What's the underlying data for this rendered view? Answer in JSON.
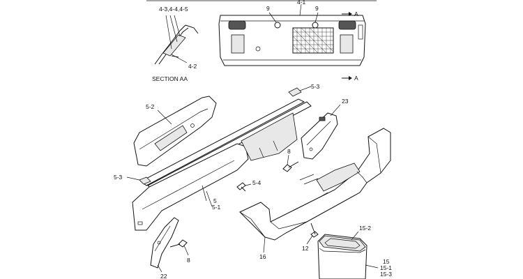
{
  "figure": {
    "section_title": "SECTION AA",
    "section_arrow_letter_top": "A",
    "section_arrow_letter_bottom": "A"
  },
  "labels": {
    "l_4_3": "4-3,4-4,4-5",
    "l_4_2": "4-2",
    "l_4_1": "4-1",
    "l_9_left": "9",
    "l_9_right": "9",
    "l_5_3_top": "5-3",
    "l_5_2": "5-2",
    "l_23": "23",
    "l_8_mid": "8",
    "l_5_3_left": "5-3",
    "l_5_4": "5-4",
    "l_5": "5",
    "l_5_1": "5-1",
    "l_15_2": "15-2",
    "l_12": "12",
    "l_16": "16",
    "l_8_bottom": "8",
    "l_22": "22",
    "l_15": "15",
    "l_15_1": "15-1",
    "l_15_3": "15-3"
  }
}
